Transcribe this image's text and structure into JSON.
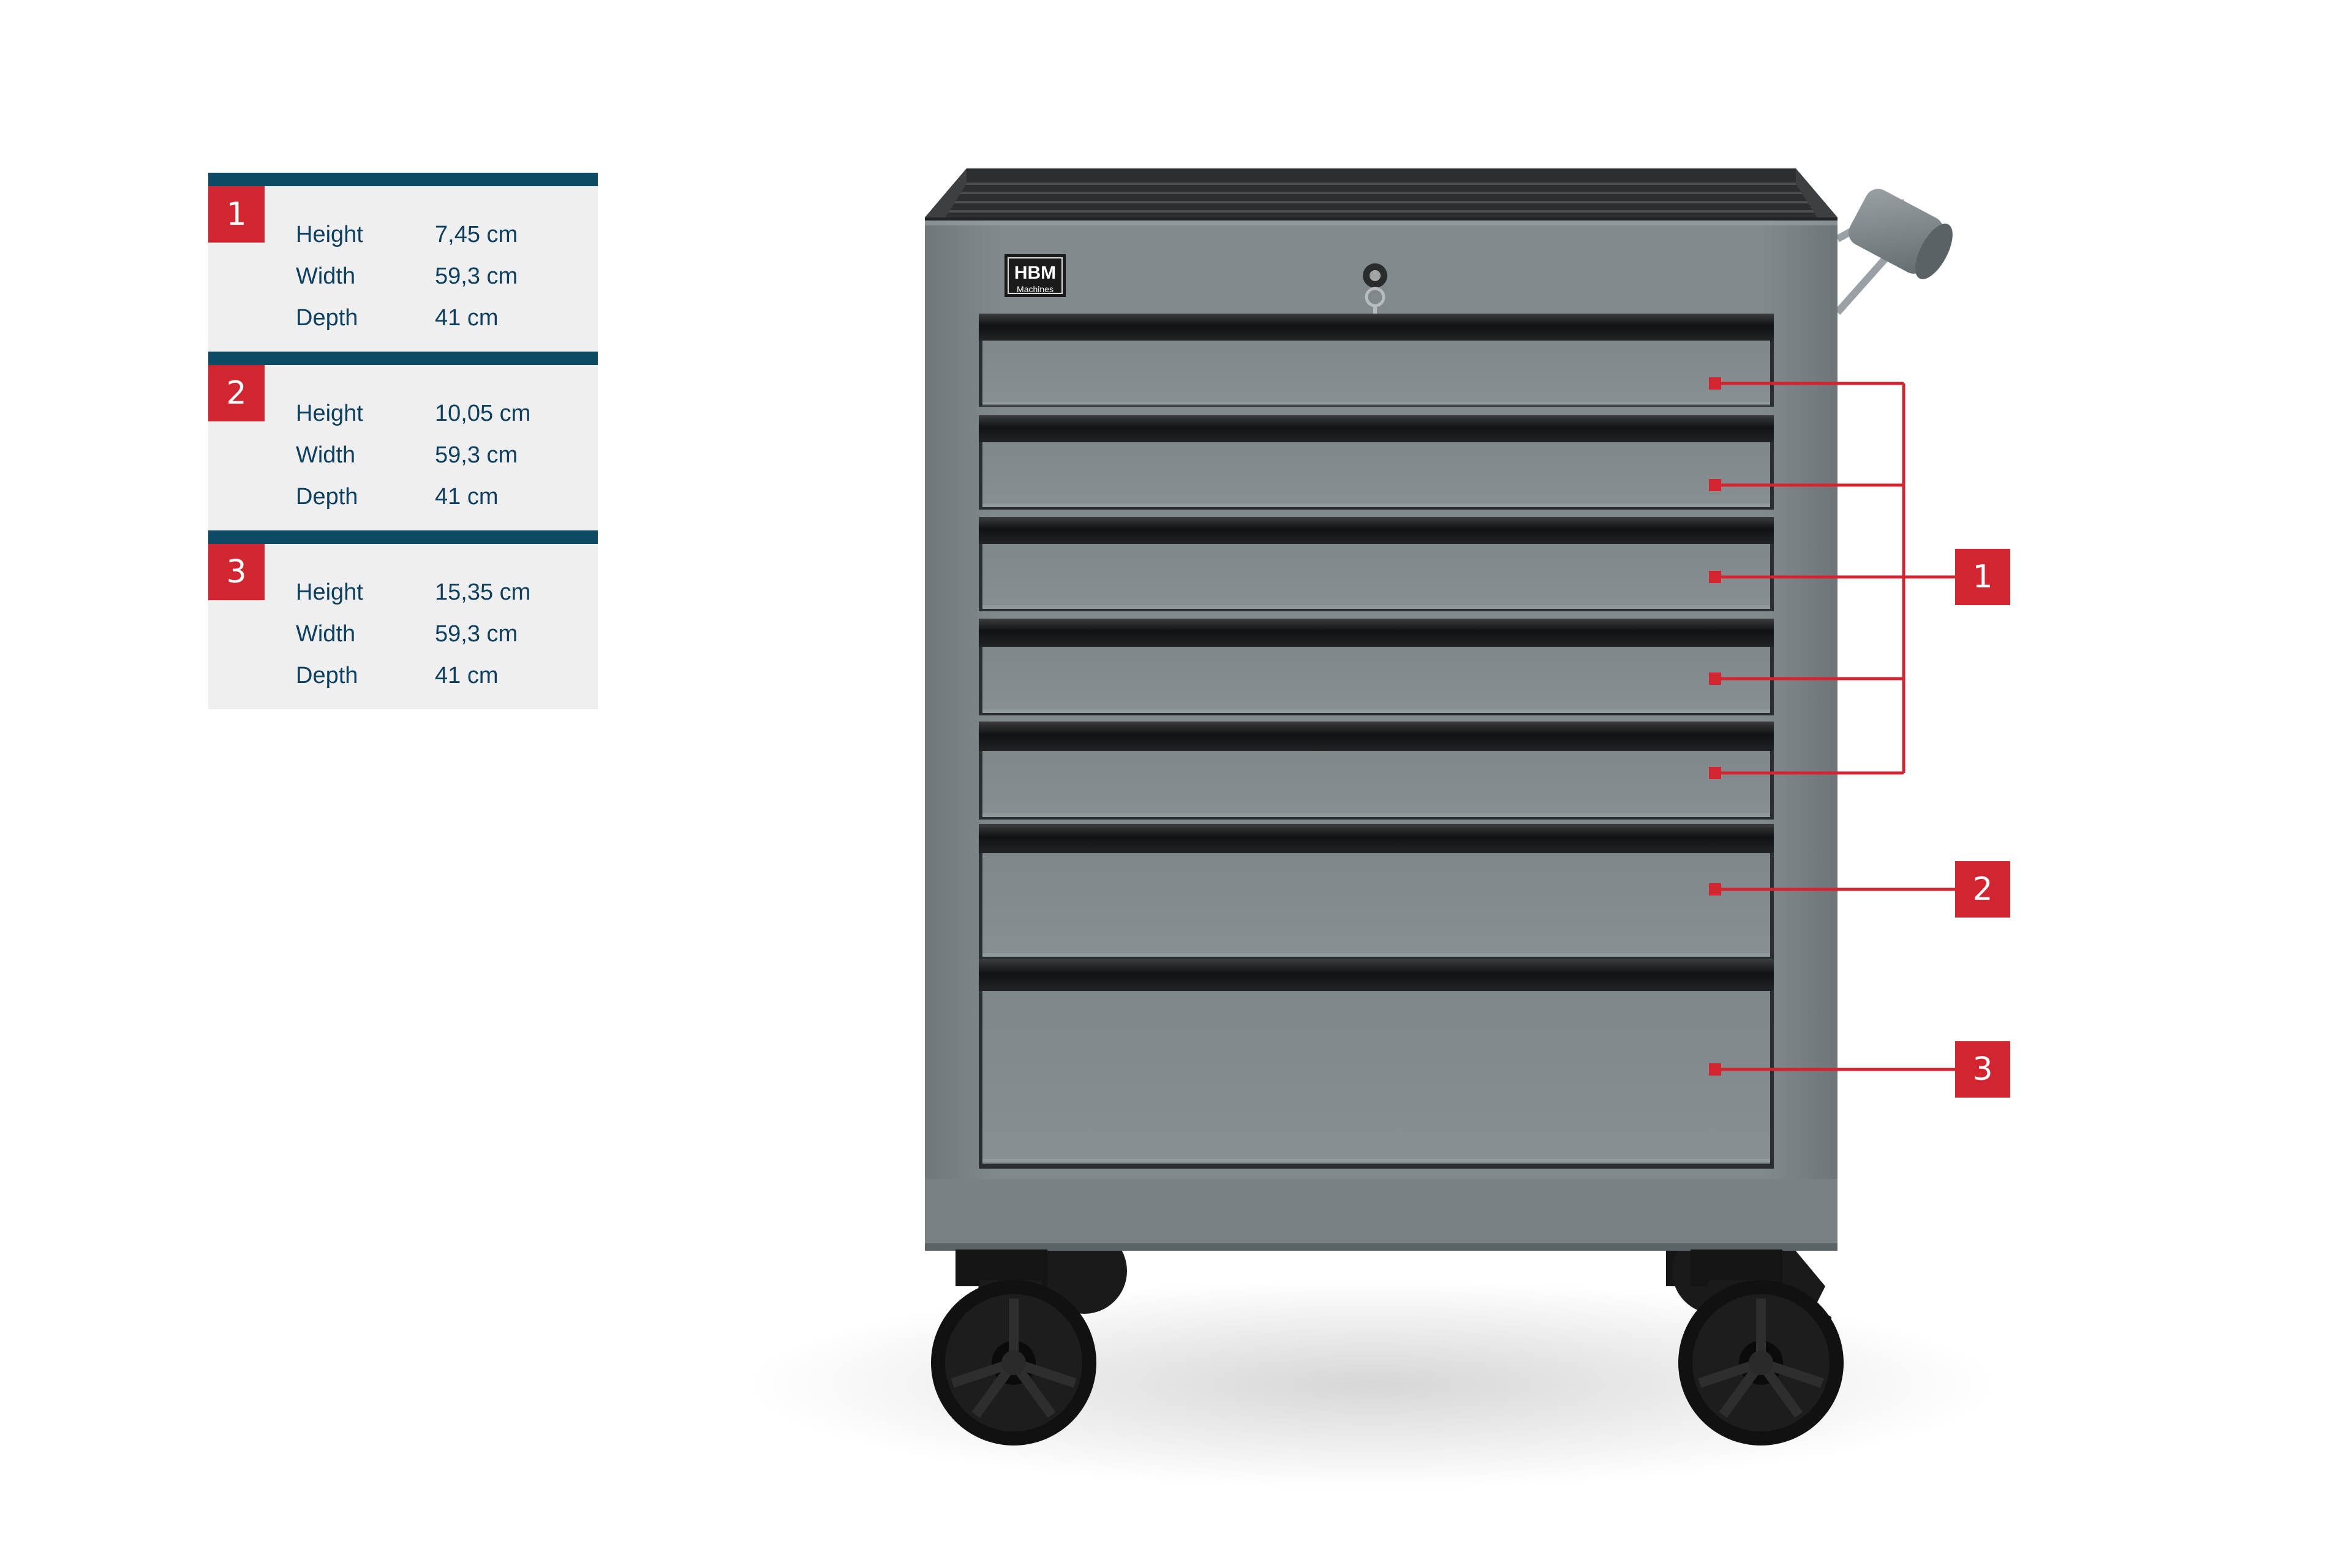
{
  "brand": {
    "logo_text_top": "HBM",
    "logo_text_bottom": "Machines"
  },
  "specs": [
    {
      "number": "1",
      "rows": [
        {
          "label": "Height",
          "value": "7,45 cm"
        },
        {
          "label": "Width",
          "value": "59,3 cm"
        },
        {
          "label": "Depth",
          "value": "41 cm"
        }
      ]
    },
    {
      "number": "2",
      "rows": [
        {
          "label": "Height",
          "value": "10,05 cm"
        },
        {
          "label": "Width",
          "value": "59,3 cm"
        },
        {
          "label": "Depth",
          "value": "41 cm"
        }
      ]
    },
    {
      "number": "3",
      "rows": [
        {
          "label": "Height",
          "value": "15,35 cm"
        },
        {
          "label": "Width",
          "value": "59,3 cm"
        },
        {
          "label": "Depth",
          "value": "41 cm"
        }
      ]
    }
  ],
  "callouts": [
    {
      "number": "1"
    },
    {
      "number": "2"
    },
    {
      "number": "3"
    }
  ],
  "colors": {
    "accent_red": "#d3252f",
    "header_navy": "#0c4a66",
    "text_navy": "#0d4060",
    "card_bg": "#efefef",
    "cabinet_gray": "#7c8487"
  }
}
